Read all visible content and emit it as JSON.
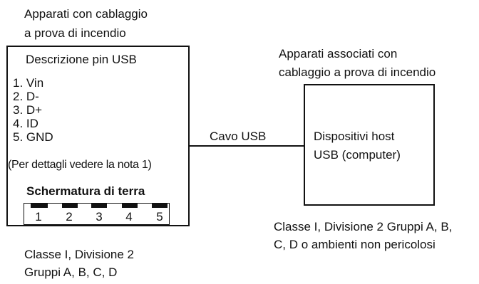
{
  "left_group": {
    "caption_line1": "Apparati con cablaggio",
    "caption_line2": "a prova di incendio",
    "box_title": "Descrizione pin USB",
    "pins": [
      "1. Vin",
      "2. D-",
      "3. D+",
      "4. ID",
      "5. GND"
    ],
    "note": "(Per dettagli vedere la nota 1)",
    "shield_label": "Schermatura di terra",
    "connector_pins": [
      "1",
      "2",
      "3",
      "4",
      "5"
    ],
    "footer_line1": "Classe I, Divisione 2",
    "footer_line2": "Gruppi A, B, C, D"
  },
  "cable": {
    "label": "Cavo USB"
  },
  "right_group": {
    "caption_line1": "Apparati associati con",
    "caption_line2": "cablaggio a prova di incendio",
    "box_line1": "Dispositivi host",
    "box_line2": "USB (computer)",
    "footer_line1": "Classe I, Divisione 2 Gruppi A, B,",
    "footer_line2": "C, D o ambienti non pericolosi"
  }
}
